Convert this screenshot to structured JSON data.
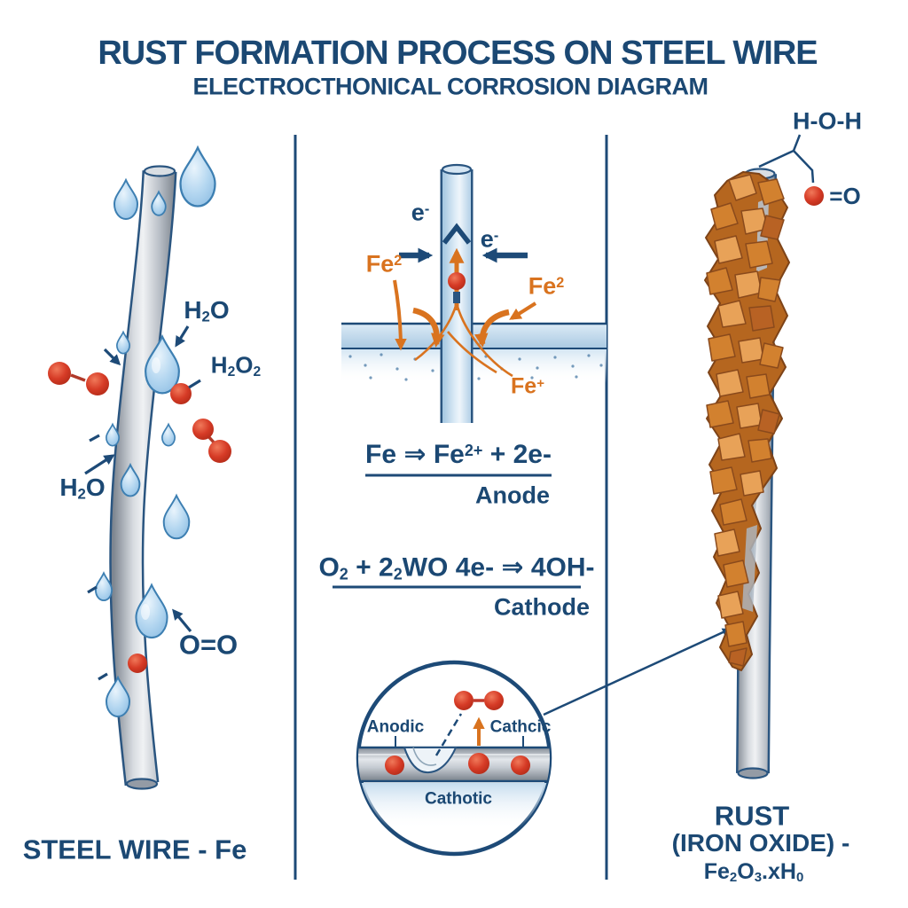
{
  "title": "RUST FORMATION PROCESS ON STEEL WIRE",
  "subtitle": "ELECTROCTHONICAL CORROSION DIAGRAM",
  "colors": {
    "navy": "#1b4873",
    "orange": "#d9731f",
    "red": "#d63b26",
    "droplet_blue": "#aed4ef",
    "steel_gray": "#b7bdc6",
    "rust_orange": "#c97127"
  },
  "left_panel": {
    "h2o_top": {
      "base1": "H",
      "sub1": "2",
      "base2": "O"
    },
    "h2o2": {
      "base1": "H",
      "sub1": "2",
      "base2": "O",
      "sub2": "2"
    },
    "h2o_bottom": {
      "base1": "H",
      "sub1": "2",
      "base2": "O"
    },
    "oxygen_molecule": "O=O",
    "caption": "STEEL WIRE - Fe"
  },
  "middle_panel": {
    "electron_left": {
      "base": "e",
      "sup": "-"
    },
    "electron_right": {
      "base": "e",
      "sup": "-"
    },
    "fe2_left": {
      "base": "Fe",
      "sup": "2"
    },
    "fe2_right": {
      "base": "Fe",
      "sup": "2"
    },
    "fe_plus": {
      "base": "Fe",
      "sup": "+"
    },
    "anode_reaction": {
      "base1": "Fe ⇒ Fe",
      "sup1": "2+",
      "base2": " + 2e-"
    },
    "anode_label": "Anode",
    "cathode_reaction": {
      "base1": "O",
      "sub1": "2",
      "base2": " + 2",
      "sub2": "2",
      "base3": "WO 4e- ⇒ 4OH-"
    },
    "cathode_label": "Cathode",
    "inset": {
      "anodic": "Anodic",
      "cathcic": "Cathcic",
      "cathotic": "Cathotic"
    }
  },
  "right_panel": {
    "water_molecule": "H-O-H",
    "oxygen_double": "=O",
    "caption_line1": "RUST",
    "caption_line2": "(IRON OXIDE) -",
    "formula": {
      "base1": "Fe",
      "sub1": "2",
      "base2": "O",
      "sub2": "3",
      "base3": ".xH",
      "sub3": "0"
    }
  }
}
